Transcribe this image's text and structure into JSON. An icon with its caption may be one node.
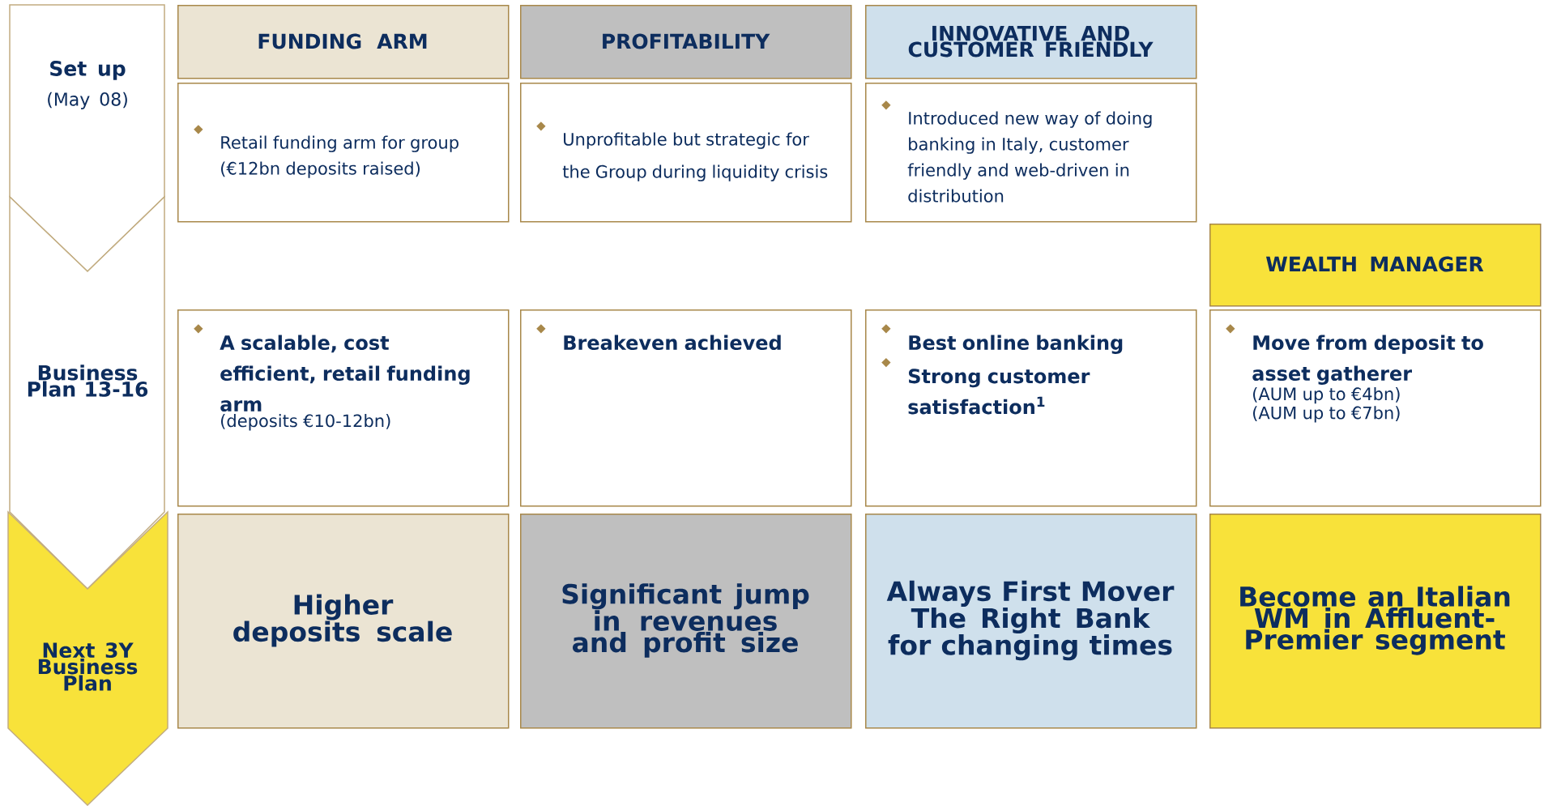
{
  "diagram": {
    "nodes": [
      {
        "text": [
          "Set up",
          "(May 08)"
        ]
      },
      {
        "text": [
          "Business Plan 13-16"
        ]
      },
      {
        "text": [
          "Next 3Y Business Plan"
        ]
      },
      {
        "text": [
          "FUNDING ARM"
        ]
      },
      {
        "text": [
          "PROFITABILITY"
        ]
      },
      {
        "text": [
          "INNOVATIVE AND CUSTOMER FRIENDLY"
        ]
      },
      {
        "text": [
          "Retail funding arm for group (€12bn deposits raised)"
        ]
      },
      {
        "text": [
          "Unprofitable but strategic for the Group during liquidity crisis"
        ]
      },
      {
        "text": [
          "Introduced new way of doing banking in Italy, customer friendly and web-driven in distribution"
        ]
      },
      {
        "text": [
          "WEALTH MANAGER"
        ]
      },
      {
        "text": [
          "A scalable, cost efficient, retail funding arm",
          "(deposits €10-12bn)"
        ]
      },
      {
        "text": [
          "Breakeven achieved"
        ]
      },
      {
        "text": [
          "Best online banking",
          "Strong customer satisfaction$^{1}$"
        ]
      },
      {
        "text": [
          "Move from deposit to asset gatherer",
          "(AUM up to €4bn)",
          "(AUM up to €7bn)"
        ]
      },
      {
        "text": [
          "Higher deposits scale"
        ]
      },
      {
        "text": [
          "Significant jump in revenues and profit size"
        ]
      },
      {
        "text": [
          "Always First Mover The Right Bank for changing times"
        ]
      },
      {
        "text": [
          "Become an Italian WM in Affluent-Premier segment"
        ]
      }
    ]
  }
}
